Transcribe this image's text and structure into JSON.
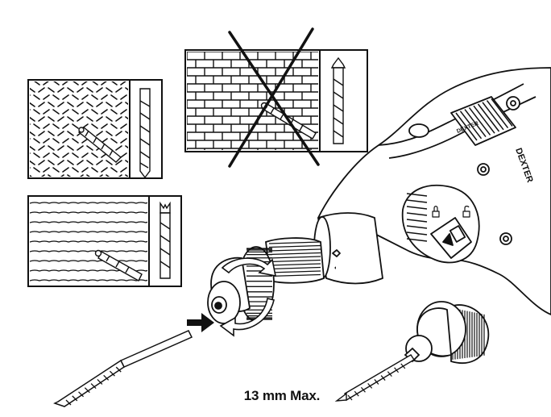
{
  "figure": {
    "caption": "13 mm Max.",
    "tool_logo": "DEXTER",
    "vent_logo": "DEXTER",
    "colors": {
      "ink": "#111111",
      "paper": "#ffffff",
      "cross": "#111111"
    },
    "panels": [
      {
        "id": "metal",
        "surface": "metal-tread-plate",
        "bit": "metal-drill-bit-icon",
        "allowed": true
      },
      {
        "id": "brick",
        "surface": "brick-wall",
        "bit": "masonry-drill-bit-icon",
        "allowed": false
      },
      {
        "id": "wood",
        "surface": "wood-plank",
        "bit": "wood-drill-bit-icon",
        "allowed": true
      }
    ],
    "icons": [
      "arrow-right-icon",
      "rotation-arrows-icon",
      "lock-icon",
      "unlock-icon",
      "cross-out-icon"
    ]
  }
}
